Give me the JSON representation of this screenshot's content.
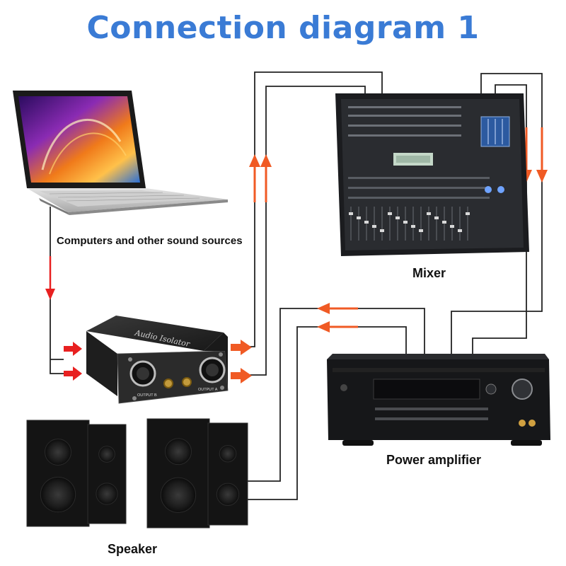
{
  "title": "Connection diagram 1",
  "labels": {
    "source": "Computers and other sound sources",
    "mixer": "Mixer",
    "amplifier": "Power amplifier",
    "speaker": "Speaker"
  },
  "device": {
    "top_text": "Audio Isolator",
    "output_b": "OUTPUT B",
    "output_a": "OUTPUT A"
  },
  "colors": {
    "title": "#3a7bd5",
    "signal_arrow": "#f05a24",
    "source_arrow": "#e82020",
    "cable": "#222222"
  }
}
